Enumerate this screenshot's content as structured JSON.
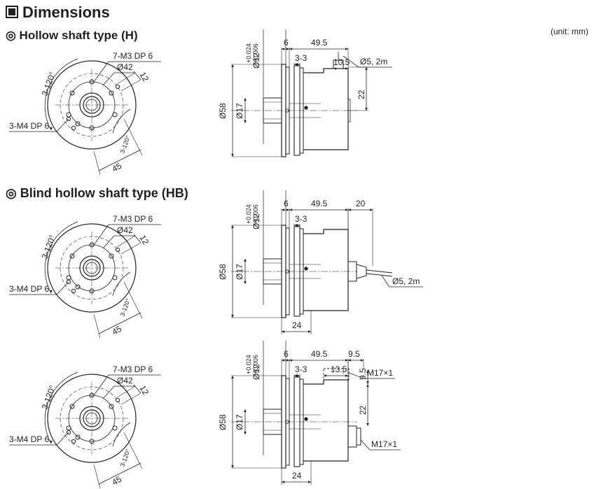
{
  "title": "Dimensions",
  "unit": "(unit: mm)",
  "sections": [
    {
      "title": "◎ Hollow shaft type (H)",
      "front": {
        "top_label": "7-M3 DP 6",
        "bolt_circle": "Ø42",
        "angle_left": "3-120°",
        "angle_right": "3-120°",
        "dim_12": "12",
        "dim_45": "45",
        "bottom_label": "3-M4 DP 6"
      },
      "side": {
        "bore": "Ø12",
        "bore_tol_upper": "+0.024",
        "bore_tol_lower": "+0.006",
        "dim_6": "6",
        "dim_49_5": "49.5",
        "dim_3_3": "3-3",
        "dim_10_5": "10.5",
        "cable": "Ø5, 2m",
        "dim_22": "22",
        "dia_58": "Ø58",
        "dia_17": "Ø17"
      }
    },
    {
      "title": "◎ Blind hollow shaft type (HB)",
      "front": {
        "top_label": "7-M3 DP 6",
        "bolt_circle": "Ø42",
        "angle_left": "3-120°",
        "angle_right": "3-120°",
        "dim_12": "12",
        "dim_45": "45",
        "bottom_label": "3-M4 DP 6"
      },
      "side": {
        "bore": "Ø12",
        "bore_tol_upper": "+0.024",
        "bore_tol_lower": "+0.006",
        "dim_6": "6",
        "dim_49_5": "49.5",
        "dim_20": "20",
        "dim_3_3": "3-3",
        "cable": "Ø5, 2m",
        "dia_58": "Ø58",
        "dia_17": "Ø17",
        "dim_24": "24"
      }
    },
    {
      "front": {
        "top_label": "7-M3 DP 6",
        "bolt_circle": "Ø42",
        "angle_left": "3-120°",
        "angle_right": "3-120°",
        "dim_12": "12",
        "dim_45": "45",
        "bottom_label": "3-M4 DP 6"
      },
      "side": {
        "bore": "Ø12",
        "bore_tol_upper": "+0.024",
        "bore_tol_lower": "+0.006",
        "dim_6": "6",
        "dim_49_5": "49.5",
        "dim_9_5": "9.5",
        "dim_3_3": "3-3",
        "dim_13_5": "13.5",
        "connector_top": "M17×1",
        "dim_9_5_v": "9.5",
        "dim_22": "22",
        "connector_bottom": "M17×1",
        "dia_58": "Ø58",
        "dia_17": "Ø17",
        "dim_24": "24"
      }
    }
  ]
}
